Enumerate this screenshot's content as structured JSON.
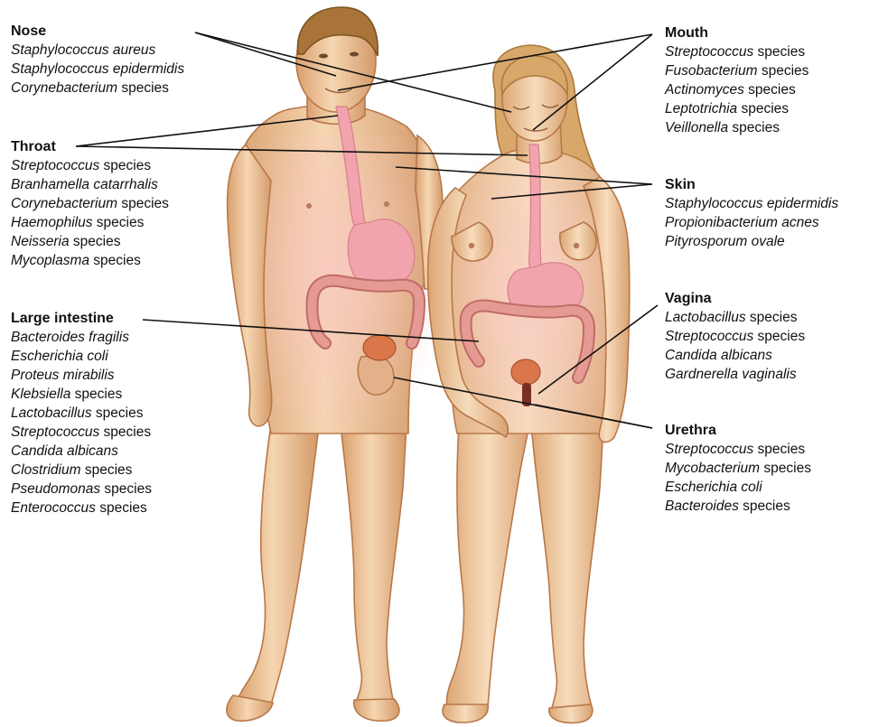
{
  "regions": [
    {
      "id": "nose",
      "heading": "Nose",
      "organisms": [
        {
          "genus": "Staphylococcus aureus",
          "suffix": ""
        },
        {
          "genus": "Staphylococcus epidermidis",
          "suffix": ""
        },
        {
          "genus": "Corynebacterium",
          "suffix": " species"
        }
      ]
    },
    {
      "id": "throat",
      "heading": "Throat",
      "organisms": [
        {
          "genus": "Streptococcus",
          "suffix": " species"
        },
        {
          "genus": "Branhamella catarrhalis",
          "suffix": ""
        },
        {
          "genus": "Corynebacterium",
          "suffix": " species"
        },
        {
          "genus": "Haemophilus",
          "suffix": " species"
        },
        {
          "genus": "Neisseria",
          "suffix": " species"
        },
        {
          "genus": "Mycoplasma",
          "suffix": " species"
        }
      ]
    },
    {
      "id": "large-intestine",
      "heading": "Large intestine",
      "organisms": [
        {
          "genus": "Bacteroides fragilis",
          "suffix": ""
        },
        {
          "genus": "Escherichia coli",
          "suffix": ""
        },
        {
          "genus": "Proteus mirabilis",
          "suffix": ""
        },
        {
          "genus": "Klebsiella",
          "suffix": " species"
        },
        {
          "genus": "Lactobacillus",
          "suffix": " species"
        },
        {
          "genus": "Streptococcus",
          "suffix": " species"
        },
        {
          "genus": "Candida albicans",
          "suffix": ""
        },
        {
          "genus": "Clostridium",
          "suffix": " species"
        },
        {
          "genus": "Pseudomonas",
          "suffix": " species"
        },
        {
          "genus": "Enterococcus",
          "suffix": " species"
        }
      ]
    },
    {
      "id": "mouth",
      "heading": "Mouth",
      "organisms": [
        {
          "genus": "Streptococcus",
          "suffix": " species"
        },
        {
          "genus": "Fusobacterium",
          "suffix": " species"
        },
        {
          "genus": "Actinomyces",
          "suffix": " species"
        },
        {
          "genus": "Leptotrichia",
          "suffix": " species"
        },
        {
          "genus": "Veillonella",
          "suffix": " species"
        }
      ]
    },
    {
      "id": "skin",
      "heading": "Skin",
      "organisms": [
        {
          "genus": "Staphylococcus epidermidis",
          "suffix": ""
        },
        {
          "genus": "Propionibacterium acnes",
          "suffix": ""
        },
        {
          "genus": "Pityrosporum ovale",
          "suffix": ""
        }
      ]
    },
    {
      "id": "vagina",
      "heading": "Vagina",
      "organisms": [
        {
          "genus": "Lactobacillus",
          "suffix": " species"
        },
        {
          "genus": "Streptococcus",
          "suffix": " species"
        },
        {
          "genus": "Candida albicans",
          "suffix": ""
        },
        {
          "genus": "Gardnerella vaginalis",
          "suffix": ""
        }
      ]
    },
    {
      "id": "urethra",
      "heading": "Urethra",
      "organisms": [
        {
          "genus": "Streptococcus",
          "suffix": " species"
        },
        {
          "genus": "Mycobacterium",
          "suffix": " species"
        },
        {
          "genus": "Escherichia coli",
          "suffix": ""
        },
        {
          "genus": "Bacteroides",
          "suffix": " species"
        }
      ]
    }
  ],
  "colors": {
    "skin_light": "#f3cfa8",
    "skin_shadow": "#d9a373",
    "skin_outline": "#b7784a",
    "male_hair": "#a8743a",
    "female_hair": "#d8a86a",
    "organ_pink": "#f1a4ad",
    "organ_pink_dark": "#d97f88",
    "intestine": "#e59a93",
    "intestine_dark": "#c06c66",
    "bladder": "#d9774a",
    "leader_line": "#111111"
  }
}
